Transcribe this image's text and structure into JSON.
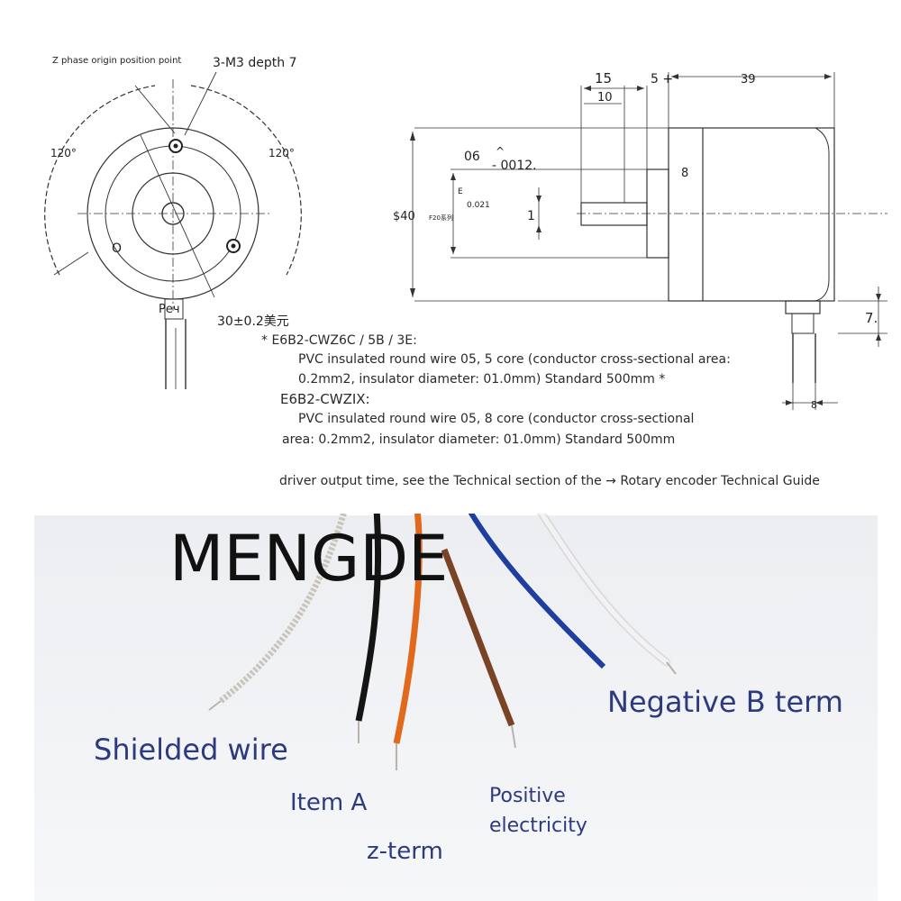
{
  "front_view": {
    "z_phase_label": "Z phase origin position point",
    "mount_holes_label": "3-M3 depth 7",
    "angle_left": "120°",
    "angle_right": "120°",
    "origin_label": "O",
    "bottom_label": "Реч",
    "pcd_label": "30±0.2美元"
  },
  "side_view": {
    "dim_15": "15",
    "dim_10": "10",
    "dim_5": "5 +",
    "dim_39": "39",
    "dim_06": "06",
    "tolerance": "- 0012.",
    "tol_sym": "^",
    "small_e": "E",
    "dim_0021": "0.021",
    "dim_1": "1",
    "body_dia": "$40",
    "series": "F20系列",
    "dim_8_top": "8",
    "dim_7": "7.",
    "dim_8_bottom": "8"
  },
  "notes": {
    "line1": "* E6B2-CWZ6C / 5B / 3E:",
    "line2": "PVC insulated round wire 05, 5 core (conductor cross-sectional area:",
    "line3": "0.2mm2, insulator diameter: 01.0mm) Standard 500mm *",
    "line4": "E6B2-CWZIX:",
    "line5": "PVC insulated round wire 05, 8 core (conductor cross-sectional",
    "line6": "area: 0.2mm2, insulator diameter: 01.0mm) Standard 500mm",
    "line7": "driver output time, see the Technical section of the → Rotary encoder Technical Guide"
  },
  "photo": {
    "brand": "MENGDE",
    "labels": {
      "shielded": "Shielded wire",
      "item_a": "Item A",
      "z_term": "z-term",
      "positive": "Positive",
      "electricity": "electricity",
      "negative_b": "Negative B term"
    },
    "wire_colors": {
      "shield": "#c9c5bd",
      "black": "#141414",
      "orange": "#e0691c",
      "brown": "#7a4326",
      "blue": "#1f3f9e",
      "white": "#f2f2f2"
    },
    "label_color": "#2d3a7e"
  }
}
